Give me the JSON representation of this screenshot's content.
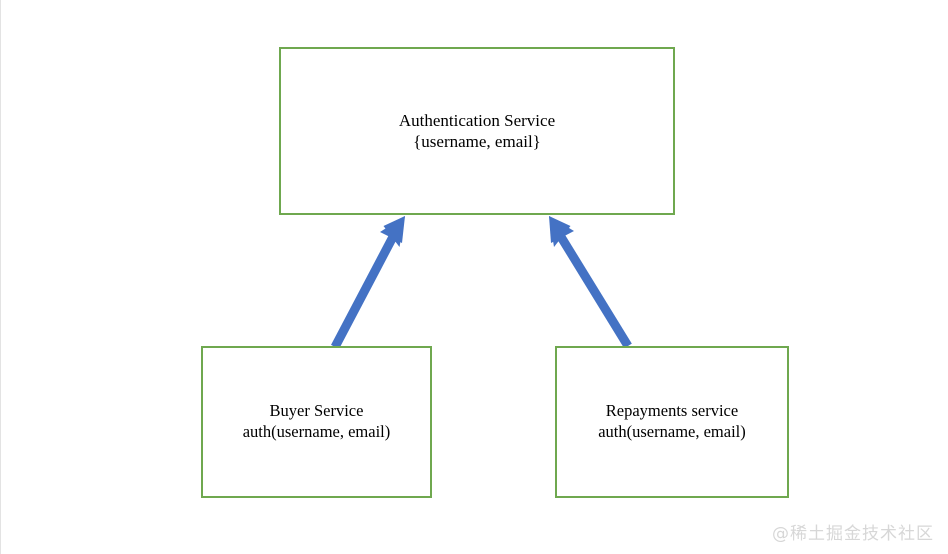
{
  "diagram": {
    "type": "flow-diagram",
    "background_color": "#ffffff",
    "node_border_color": "#6fa84f",
    "edge_color": "#4472c4",
    "nodes": [
      {
        "id": "auth-service",
        "title": "Authentication Service",
        "detail": "{username, email}",
        "label": "Authentication Service\n{username, email}"
      },
      {
        "id": "buyer-service",
        "title": "Buyer Service",
        "detail": "auth(username, email)",
        "label": "Buyer Service\nauth(username, email)"
      },
      {
        "id": "repayments-service",
        "title": "Repayments service",
        "detail": "auth(username, email)",
        "label": "Repayments service\nauth(username, email)"
      }
    ],
    "edges": [
      {
        "id": "buyer-to-auth",
        "from": "buyer-service",
        "to": "auth-service",
        "style": "solid-arrow"
      },
      {
        "id": "repayments-to-auth",
        "from": "repayments-service",
        "to": "auth-service",
        "style": "solid-arrow"
      }
    ]
  },
  "watermark": {
    "text": "@稀土掘金技术社区"
  }
}
